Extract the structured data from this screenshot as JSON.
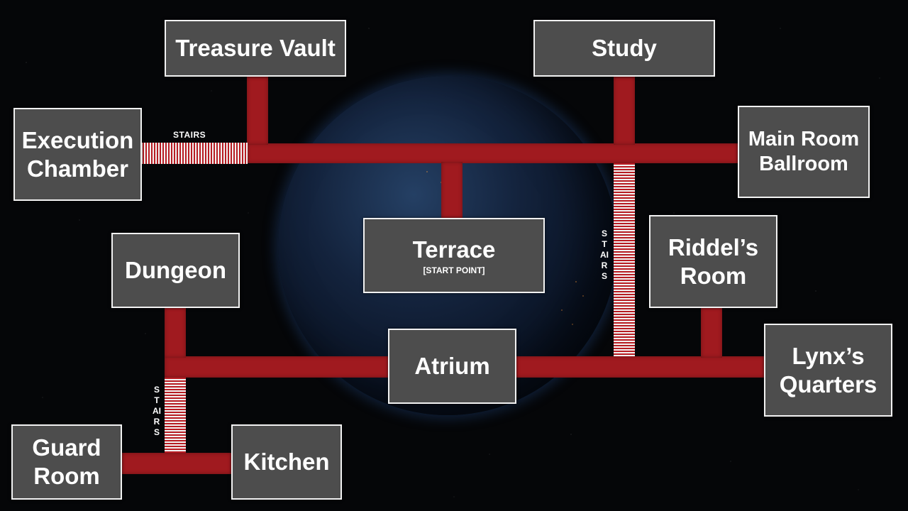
{
  "rooms": {
    "treasure_vault": "Treasure Vault",
    "study": "Study",
    "execution_chamber": "Execution\nChamber",
    "main_room": "Main Room\nBallroom",
    "terrace": "Terrace",
    "terrace_sub": "[START POINT]",
    "dungeon": "Dungeon",
    "riddels_room": "Riddel’s\nRoom",
    "atrium": "Atrium",
    "lynx_quarters": "Lynx’s\nQuarters",
    "guard_room": "Guard\nRoom",
    "kitchen": "Kitchen"
  },
  "labels": {
    "stairs_top": "STAIRS",
    "stairs_right": "STAIRS",
    "stairs_left": "STAIRS"
  },
  "colors": {
    "corridor": "#a01a1f",
    "room_fill": "#4d4d4d",
    "room_border": "#f2f2f2",
    "background": "#050608"
  }
}
